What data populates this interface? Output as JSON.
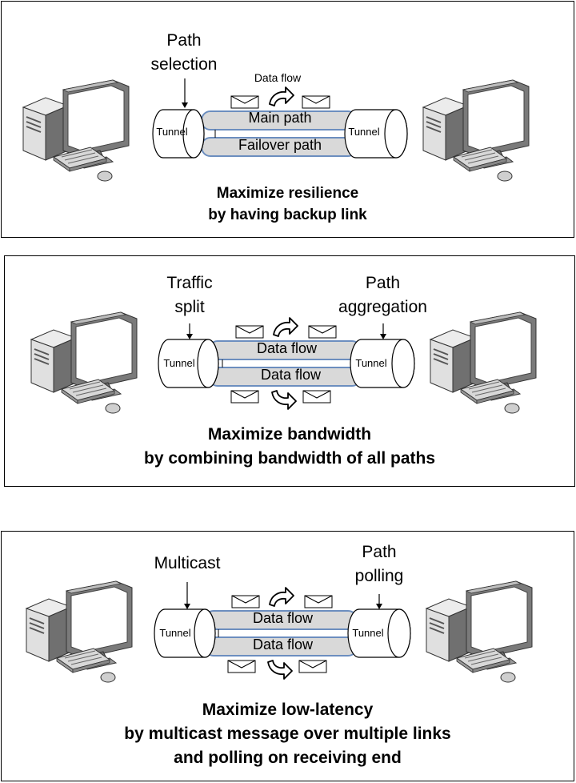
{
  "panel1": {
    "label_left": [
      "Path",
      "selection"
    ],
    "data_flow": "Data flow",
    "tunnel_left": "Tunnel",
    "tunnel_right": "Tunnel",
    "pipe_top": "Main path",
    "pipe_bottom": "Failover path",
    "caption": [
      "Maximize resilience",
      "by having backup link"
    ]
  },
  "panel2": {
    "label_left": [
      "Traffic",
      "split"
    ],
    "label_right": [
      "Path",
      "aggregation"
    ],
    "tunnel_left": "Tunnel",
    "tunnel_right": "Tunnel",
    "pipe_top": "Data flow",
    "pipe_bottom": "Data flow",
    "caption": [
      "Maximize bandwidth",
      "by combining bandwidth of all paths"
    ]
  },
  "panel3": {
    "label_left": [
      "Multicast"
    ],
    "label_right": [
      "Path",
      "polling"
    ],
    "tunnel_left": "Tunnel",
    "tunnel_right": "Tunnel",
    "pipe_top": "Data flow",
    "pipe_bottom": "Data flow",
    "caption": [
      "Maximize low-latency",
      "by multicast message over multiple links",
      "and polling on receiving end"
    ]
  },
  "colors": {
    "pipe_fill": "#d9d9d9",
    "pipe_edge": "#6c8ebf",
    "stroke": "#000000"
  },
  "icons": [
    "computer-icon",
    "envelope-icon",
    "curved-arrow-icon",
    "down-arrow-icon"
  ]
}
